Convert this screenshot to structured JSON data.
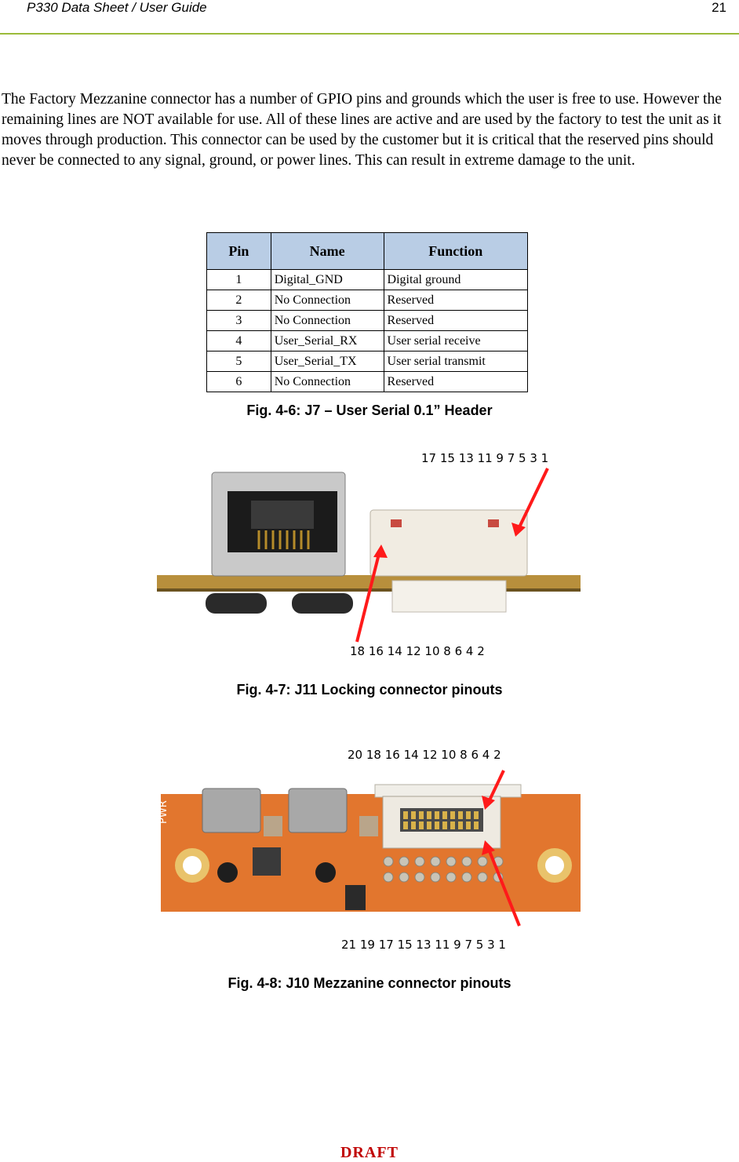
{
  "header": {
    "title": "P330 Data Sheet / User Guide",
    "page_number": "21"
  },
  "intro": "The Factory Mezzanine connector has a number of GPIO pins and grounds which the user is free to use.  However the remaining lines are NOT available for use.  All of these lines are active and are used by the factory to test the unit as it moves through production.  This connector can be used by the customer but it is critical that the reserved pins should never be connected to any signal, ground, or power lines.  This can result in extreme damage to the unit.",
  "table": {
    "headers": [
      "Pin",
      "Name",
      "Function"
    ],
    "rows": [
      [
        "1",
        "Digital_GND",
        "Digital ground"
      ],
      [
        "2",
        "No Connection",
        "Reserved"
      ],
      [
        "3",
        "No Connection",
        "Reserved"
      ],
      [
        "4",
        "User_Serial_RX",
        "User serial receive"
      ],
      [
        "5",
        "User_Serial_TX",
        "User serial transmit"
      ],
      [
        "6",
        "No Connection",
        "Reserved"
      ]
    ]
  },
  "fig6_caption": "Fig. 4-6: J7 – User Serial 0.1” Header",
  "fig7": {
    "top_pins": "17 15 13 11 9 7 5 3 1",
    "bottom_pins": "18 16 14 12 10 8 6 4 2",
    "caption": "Fig. 4-7: J11 Locking connector pinouts"
  },
  "fig8": {
    "top_pins": "20 18 16 14 12 10 8 6 4 2",
    "bottom_pins": "21 19 17 15 13 11 9 7 5 3 1",
    "board_label": "PWR",
    "caption": "Fig. 4-8: J10 Mezzanine connector pinouts"
  },
  "colors": {
    "arrow": "#ff1a1a",
    "header_rule": "#9bbb3a",
    "table_header": "#b9cde5",
    "board_orange": "#e2762e"
  },
  "footer": "DRAFT"
}
